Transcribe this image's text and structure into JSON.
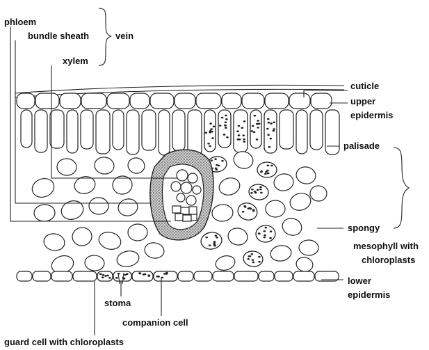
{
  "diagram": {
    "labels": {
      "phloem": "phloem",
      "bundle_sheath": "bundle sheath",
      "xylem": "xylem",
      "vein": "vein",
      "cuticle": "cuticle",
      "upper_epidermis_1": "upper",
      "upper_epidermis_2": "epidermis",
      "palisade": "palisade",
      "spongy": "spongy",
      "mesophyll_1": "mesophyll with",
      "mesophyll_2": "chloroplasts",
      "lower_epidermis_1": "lower",
      "lower_epidermis_2": "epidermis",
      "stoma": "stoma",
      "companion_cell": "companion cell",
      "guard_cell": "guard cell with chloroplasts"
    }
  }
}
